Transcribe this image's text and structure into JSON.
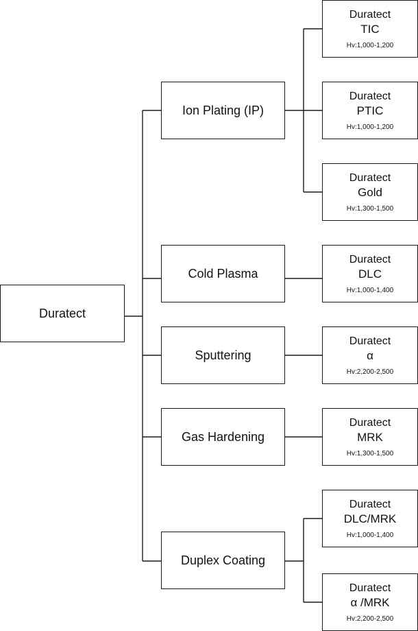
{
  "root": {
    "label": "Duratect"
  },
  "methods": [
    {
      "label": "Ion Plating (IP)"
    },
    {
      "label": "Cold Plasma"
    },
    {
      "label": "Sputtering"
    },
    {
      "label": "Gas Hardening"
    },
    {
      "label": "Duplex Coating"
    }
  ],
  "products": [
    {
      "brand": "Duratect",
      "model": "TIC",
      "hardness": "Hv:1,000-1,200"
    },
    {
      "brand": "Duratect",
      "model": "PTIC",
      "hardness": "Hv:1,000-1,200"
    },
    {
      "brand": "Duratect",
      "model": "Gold",
      "hardness": "Hv:1,300-1,500"
    },
    {
      "brand": "Duratect",
      "model": "DLC",
      "hardness": "Hv:1,000-1,400"
    },
    {
      "brand": "Duratect",
      "model": "α",
      "hardness": "Hv:2,200-2,500"
    },
    {
      "brand": "Duratect",
      "model": "MRK",
      "hardness": "Hv:1,300-1,500"
    },
    {
      "brand": "Duratect",
      "model": "DLC/MRK",
      "hardness": "Hv:1,000-1,400"
    },
    {
      "brand": "Duratect",
      "model": "α /MRK",
      "hardness": "Hv:2,200-2,500"
    }
  ]
}
